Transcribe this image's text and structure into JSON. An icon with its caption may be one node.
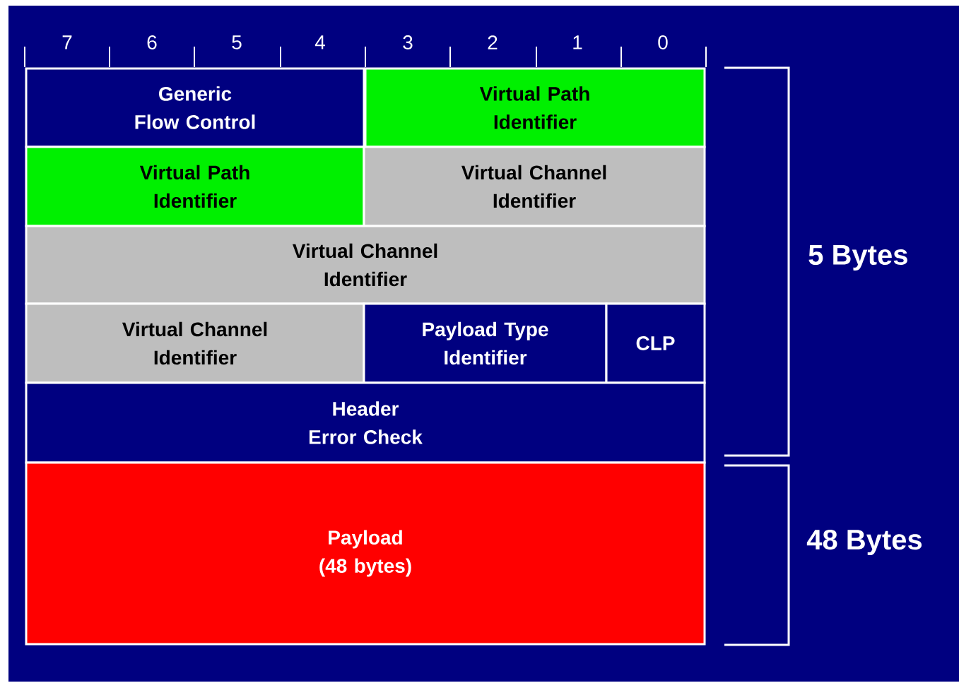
{
  "diagram": {
    "nodes": [
      {
        "text": [
          "Generic Flow Control"
        ]
      },
      {
        "text": [
          "Virtual Path Identifier"
        ]
      },
      {
        "text": [
          "Virtual Path Identifier"
        ]
      },
      {
        "text": [
          "Virtual Channel Identifier"
        ]
      },
      {
        "text": [
          "Virtual Channel Identifier"
        ]
      },
      {
        "text": [
          "Virtual Channel Identifier"
        ]
      },
      {
        "text": [
          "Payload Type Identifier"
        ]
      },
      {
        "text": [
          "CLP"
        ]
      },
      {
        "text": [
          "Header Error Check"
        ]
      },
      {
        "text": [
          "Payload (48 bytes)"
        ]
      }
    ],
    "edges": [],
    "labels": [
      "7",
      "6",
      "5",
      "4",
      "3",
      "2",
      "1",
      "0",
      "5 Bytes",
      "48 Bytes"
    ]
  }
}
